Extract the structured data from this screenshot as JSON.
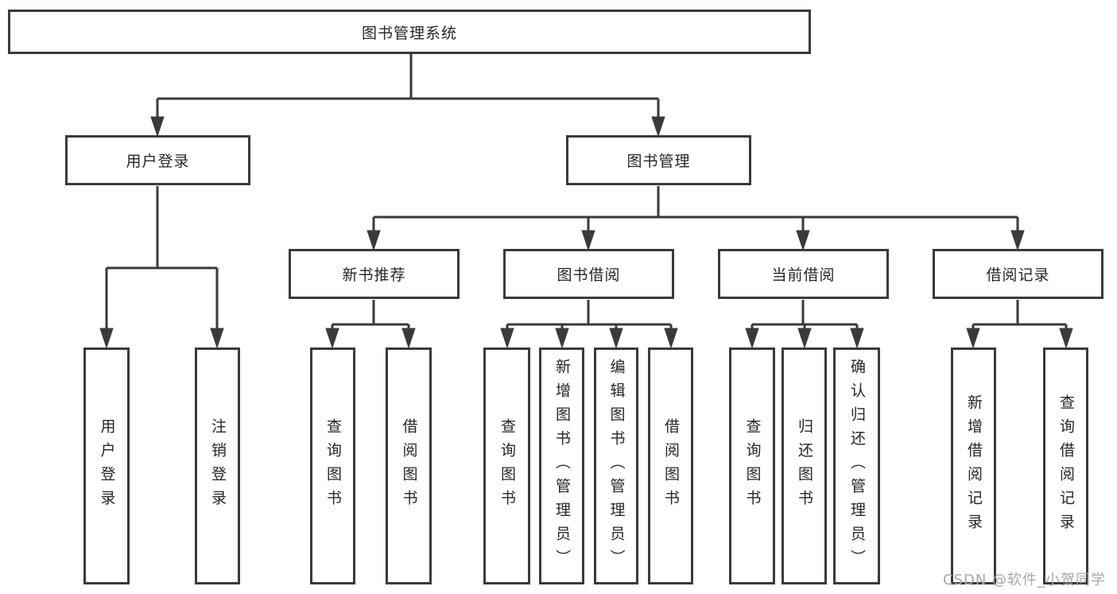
{
  "colors": {
    "line": "#3a3a3a",
    "box_border": "#3a3a3a",
    "box_fill": "#ffffff",
    "text": "#262626",
    "watermark_text_color": "#a8a8a8",
    "background": "#ffffff"
  },
  "tree": {
    "root": {
      "label": "图书管理系统"
    },
    "branches": [
      {
        "label": "用户登录",
        "children": [
          {
            "label": "用户登录"
          },
          {
            "label": "注销登录"
          }
        ]
      },
      {
        "label": "图书管理",
        "children": [
          {
            "label": "新书推荐",
            "children": [
              {
                "label": "查询图书"
              },
              {
                "label": "借阅图书"
              }
            ]
          },
          {
            "label": "图书借阅",
            "children": [
              {
                "label": "查询图书"
              },
              {
                "label": "新增图书（管理员）"
              },
              {
                "label": "编辑图书（管理员）"
              },
              {
                "label": "借阅图书"
              }
            ]
          },
          {
            "label": "当前借阅",
            "children": [
              {
                "label": "查询图书"
              },
              {
                "label": "归还图书"
              },
              {
                "label": "确认归还（管理员）"
              }
            ]
          },
          {
            "label": "借阅记录",
            "children": [
              {
                "label": "新增借阅记录"
              },
              {
                "label": "查询借阅记录"
              }
            ]
          }
        ]
      }
    ]
  },
  "watermark": {
    "text": "CSDN @软件_小贺同学"
  }
}
